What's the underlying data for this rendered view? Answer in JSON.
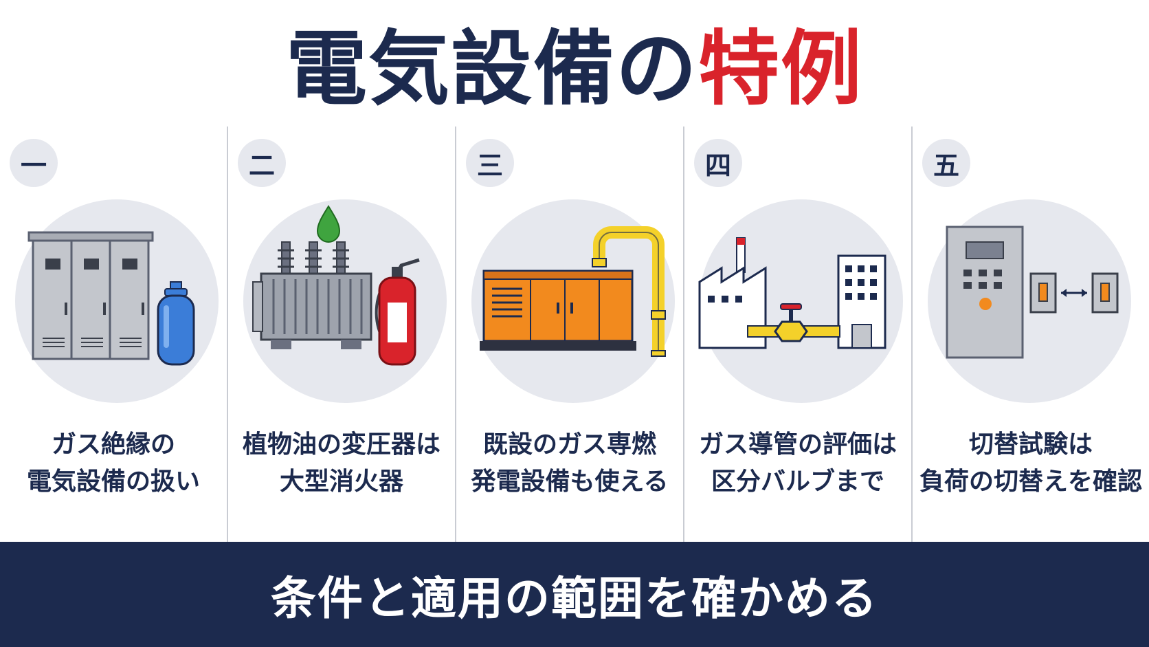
{
  "title": {
    "main": "電気設備の",
    "accent": "特例"
  },
  "panels": [
    {
      "number": "一",
      "line1": "ガス絶縁の",
      "line2": "電気設備の扱い",
      "icon": "gas-insulated-switchgear-icon"
    },
    {
      "number": "二",
      "line1": "植物油の変圧器は",
      "line2": "大型消火器",
      "icon": "transformer-extinguisher-icon"
    },
    {
      "number": "三",
      "line1": "既設のガス専燃",
      "line2": "発電設備も使える",
      "icon": "gas-generator-icon"
    },
    {
      "number": "四",
      "line1": "ガス導管の評価は",
      "line2": "区分バルブまで",
      "icon": "gas-pipeline-valve-icon"
    },
    {
      "number": "五",
      "line1": "切替試験は",
      "line2": "負荷の切替えを確認",
      "icon": "switching-panel-icon"
    }
  ],
  "footer": {
    "text": "条件と適用の範囲を確かめる"
  },
  "colors": {
    "navy": "#1c2a4e",
    "accent_red": "#d9232b",
    "circle_bg": "#e6e8ee"
  }
}
